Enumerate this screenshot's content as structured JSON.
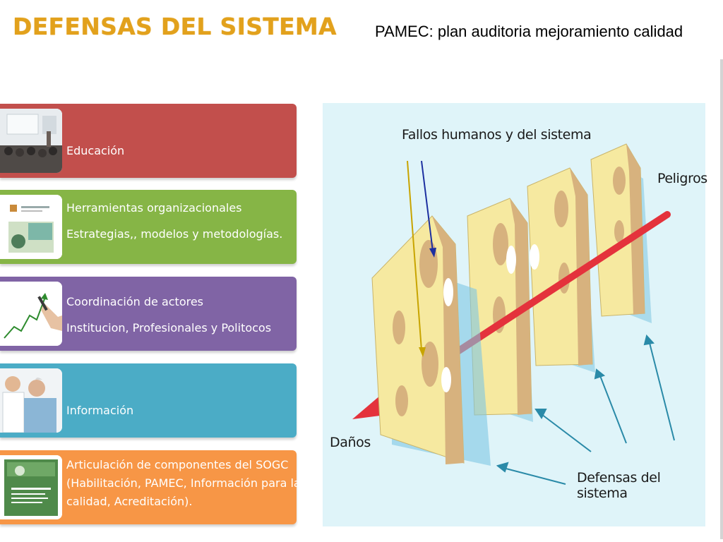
{
  "slide": {
    "title": "DEFENSAS DEL SISTEMA",
    "note": "PAMEC: plan auditoria mejoramiento calidad"
  },
  "cards": [
    {
      "lines": [
        "Educación"
      ],
      "color": "#c24f4c"
    },
    {
      "lines": [
        "Herramientas organizacionales",
        "Estrategias,, modelos y metodologías."
      ],
      "color": "#86b546"
    },
    {
      "lines": [
        "Coordinación de actores",
        "Institucion, Profesionales y Politocos"
      ],
      "color": "#8064a5"
    },
    {
      "lines": [
        "Información"
      ],
      "color": "#4bacc6"
    },
    {
      "lines": [
        "Articulación de componentes del SOGC",
        "(Habilitación, PAMEC, Información para la",
        "calidad, Acreditación)."
      ],
      "color": "#f79646"
    }
  ],
  "diagram": {
    "label_failures": "Fallos humanos y del sistema",
    "label_hazards": "Peligros",
    "label_damage": "Daños",
    "label_defenses": "Defensas del sistema",
    "background_color": "#dff4f9",
    "cheese_color": "#f7ea9e",
    "arrow_color": "#e4323c"
  }
}
